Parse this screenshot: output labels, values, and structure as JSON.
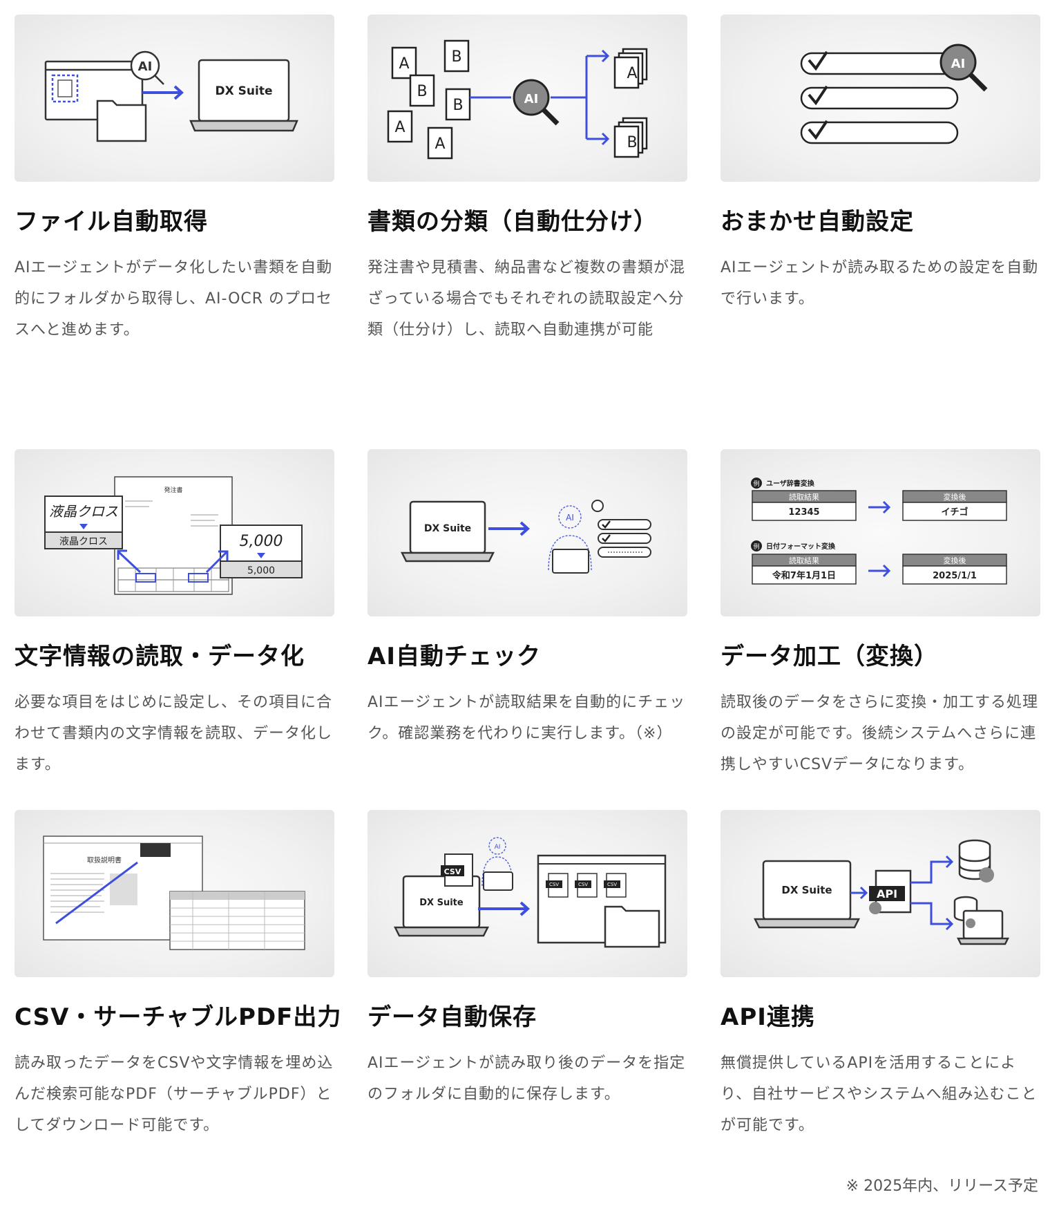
{
  "features": [
    {
      "title": "ファイル自動取得",
      "desc": "AIエージェントがデータ化したい書類を自動的にフォルダから取得し、AI-OCR のプロセスへと進めます。"
    },
    {
      "title": "書類の分類（自動仕分け）",
      "desc": "発注書や見積書、納品書など複数の書類が混ざっている場合でもそれぞれの読取設定へ分類（仕分け）し、読取へ自動連携が可能"
    },
    {
      "title": "おまかせ自動設定",
      "desc": "AIエージェントが読み取るための設定を自動で行います。"
    },
    {
      "title": "文字情報の読取・データ化",
      "desc": "必要な項目をはじめに設定し、その項目に合わせて書類内の文字情報を読取、データ化します。"
    },
    {
      "title": "AI自動チェック",
      "desc": "AIエージェントが読取結果を自動的にチェック。確認業務を代わりに実行します。（※）"
    },
    {
      "title": "データ加工（変換）",
      "desc": "読取後のデータをさらに変換・加工する処理の設定が可能です。後続システムへさらに連携しやすいCSVデータになります。"
    },
    {
      "title": "CSV・サーチャブルPDF出力",
      "desc": "読み取ったデータをCSVや文字情報を埋め込んだ検索可能なPDF（サーチャブルPDF）としてダウンロード可能です。"
    },
    {
      "title": "データ自動保存",
      "desc": "AIエージェントが読み取り後のデータを指定のフォルダに自動的に保存します。"
    },
    {
      "title": "API連携",
      "desc": "無償提供しているAPIを活用することにより、自社サービスやシステムへ組み込むことが可能です。"
    }
  ],
  "illus": {
    "ai": "AI",
    "dx_suite": "DX Suite",
    "doc_a": "A",
    "doc_b": "B",
    "hw_text": "液晶クロス",
    "ocr_text": "液晶クロス",
    "hw_num": "5,000",
    "ocr_num": "5,000",
    "order_form": "発注書",
    "ex_badge": "例",
    "ex1_label": "ユーザ辞書変換",
    "ex2_label": "日付フォーマット変換",
    "read_result": "読取結果",
    "converted": "変換後",
    "ex1_before": "12345",
    "ex1_after": "イチゴ",
    "ex2_before": "令和7年1月1日",
    "ex2_after": "2025/1/1",
    "receipt_title": "取扱説明書",
    "csv": "CSV",
    "api": "API"
  },
  "footnote": "※ 2025年内、リリース予定",
  "colors": {
    "accent": "#3d4fdc",
    "title": "#111111",
    "body": "#555555"
  }
}
